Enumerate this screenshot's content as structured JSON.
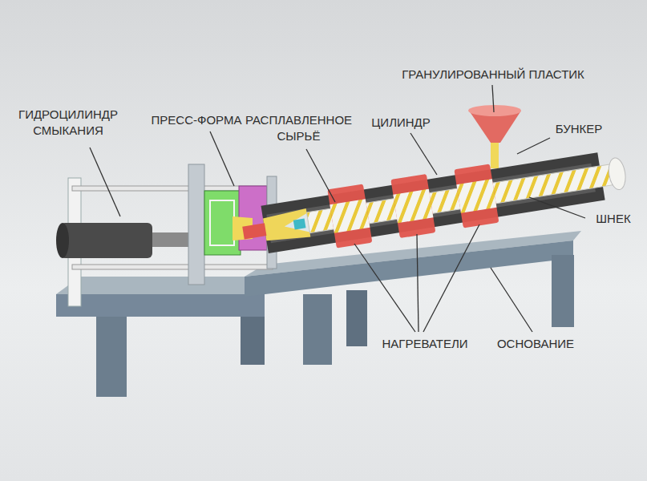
{
  "diagram": {
    "labels": [
      "ГИДРОЦИЛИНДР СМЫКАНИЯ",
      "ПРЕСС-ФОРМА",
      "РАСПЛАВЛЕННОЕ СЫРЬЁ",
      "ЦИЛИНДР",
      "ГРАНУЛИРОВАННЫЙ ПЛАСТИК",
      "БУНКЕР",
      "ШНЕК",
      "НАГРЕВАТЕЛИ",
      "ОСНОВАНИЕ"
    ]
  }
}
